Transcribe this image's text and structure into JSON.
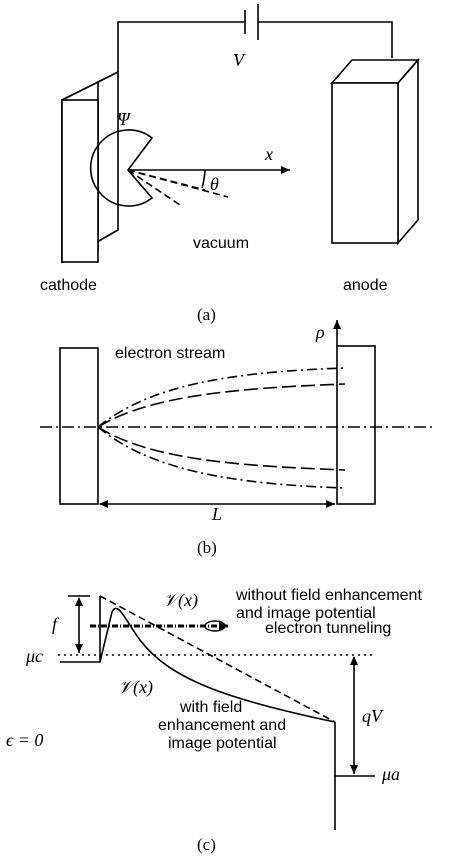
{
  "panel_a": {
    "voltage_label": "V",
    "psi_label": "Ψ",
    "x_label": "x",
    "theta_label": "θ",
    "vacuum_label": "vacuum",
    "cathode_label": "cathode",
    "anode_label": "anode",
    "caption": "(a)"
  },
  "panel_b": {
    "stream_label": "electron stream",
    "rho_label": "ρ",
    "length_label": "L",
    "caption": "(b)"
  },
  "panel_c": {
    "V_top_label": "𝒱(x)",
    "V_top_desc_1": "without field enhancement",
    "V_top_desc_2": "and image potential",
    "tunneling_label": "electron tunneling",
    "f_label": "f",
    "mu_c_label": "μc",
    "V_bottom_label": "𝒱(x)",
    "V_bottom_desc_1": "with field",
    "V_bottom_desc_2": "enhancement and",
    "V_bottom_desc_3": "image potential",
    "qV_label": "qV",
    "eps_label": "ϵ = 0",
    "mu_a_label": "μa",
    "caption": "(c)"
  }
}
